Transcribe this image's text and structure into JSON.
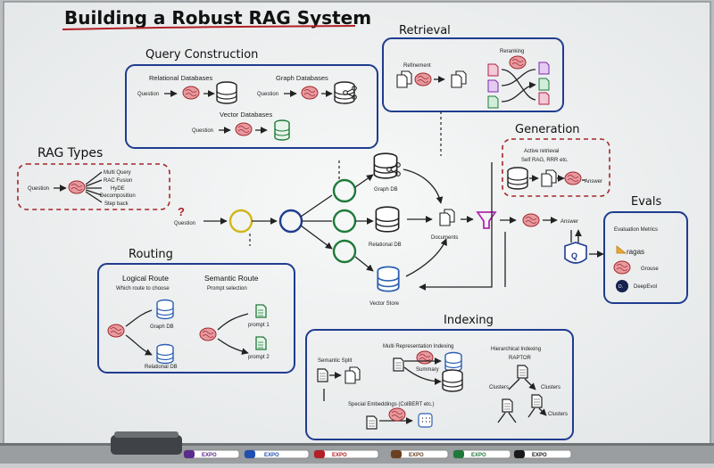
{
  "title": "Building a Robust RAG System",
  "colors": {
    "blue_box": "#1f3c8f",
    "red_box": "#a3272b",
    "green_node": "#1f7a3a",
    "yellow_node": "#d1b51a",
    "db_blue": "#2c5fb2",
    "brain": "#c8656a",
    "funnel": "#b02ab0"
  },
  "query_construction": {
    "heading": "Query Construction",
    "relational_db": "Relational Databases",
    "graph_db": "Graph Databases",
    "vector_db": "Vector Databases",
    "question_1": "Question",
    "question_2": "Question",
    "question_3": "Question"
  },
  "retrieval": {
    "heading": "Retrieval",
    "refinement": "Refinement",
    "reranking": "Reranking"
  },
  "rag_types": {
    "heading": "RAG Types",
    "question": "Question",
    "items": [
      "Multi Query",
      "RAC Fusion",
      "HyDE",
      "Decomposition",
      "Step back"
    ]
  },
  "generation": {
    "heading": "Generation",
    "line1": "Active retrieval",
    "line2": "Self RAG, RRR etc.",
    "answer": "Answer"
  },
  "center": {
    "question": "Question",
    "graph_db": "Graph DB",
    "relational_db": "Relational DB",
    "vector_store": "Vector Store",
    "documents": "Documents",
    "answer": "Answer"
  },
  "evals": {
    "heading": "Evals",
    "box_title": "Evaluation Metrics",
    "items": [
      "ragas",
      "Grouse",
      "DeepEvol"
    ],
    "deepeval_badge": "D."
  },
  "routing": {
    "heading": "Routing",
    "logical_title": "Logical Route",
    "logical_sub": "Which route to choose",
    "semantic_title": "Semantic Route",
    "semantic_sub": "Prompt selection",
    "graph_db": "Graph DB",
    "relational_db": "Relational DB",
    "prompt1": "prompt 1",
    "prompt2": "prompt 2"
  },
  "indexing": {
    "heading": "Indexing",
    "semantic_split": "Semantic Split",
    "multi_rep": "Multi Representation Indexing",
    "summary": "Summary",
    "hier_title": "Hierarchical Indexing",
    "hier_sub": "RAPTOR",
    "clusters": [
      "Clusters",
      "Clusters",
      "Clusters"
    ],
    "special": "Special Embeddings (ColBERT etc.)"
  },
  "markers": {
    "brand": "EXPO"
  }
}
